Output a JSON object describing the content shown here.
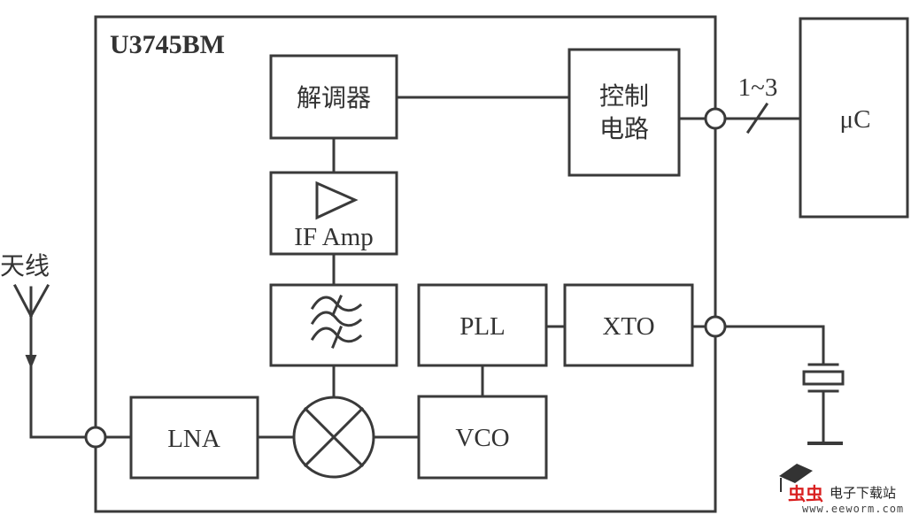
{
  "diagram": {
    "chip_label": "U3745BM",
    "antenna_label": "天线",
    "blocks": {
      "demodulator": "解调器",
      "control_line1": "控制",
      "control_line2": "电路",
      "if_amp": "IF Amp",
      "filter": "",
      "lna": "LNA",
      "pll": "PLL",
      "xto": "XTO",
      "vco": "VCO",
      "microcontroller": "μC"
    },
    "bus_label": "1~3",
    "symbols": [
      "antenna-icon",
      "amplifier-triangle-icon",
      "bandpass-filter-icon",
      "mixer-icon",
      "crystal-icon",
      "ground-icon"
    ]
  },
  "watermark": {
    "site_name": "电子下载站",
    "url": "www.eeworm.com",
    "logo_color": "#d92020",
    "cap_color": "#333333"
  }
}
